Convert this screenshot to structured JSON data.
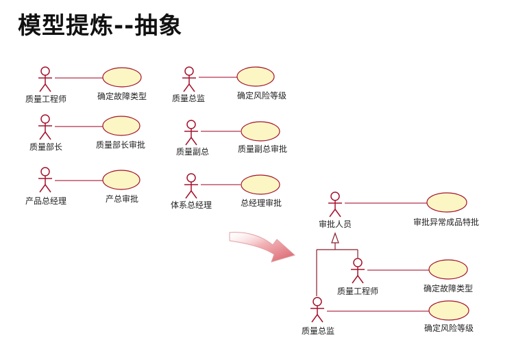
{
  "title": "模型提炼--抽象",
  "colors": {
    "stroke": "#a4102a",
    "usecase_fill": "#fcf6c5",
    "arrow": "#e0898f"
  },
  "left_panel": {
    "col1": [
      {
        "actor": "质量工程师",
        "usecase": "确定故障类型"
      },
      {
        "actor": "质量部长",
        "usecase": "质量部长审批"
      },
      {
        "actor": "产品总经理",
        "usecase": "产总审批"
      }
    ],
    "col2": [
      {
        "actor": "质量总监",
        "usecase": "确定风险等级"
      },
      {
        "actor": "质量副总",
        "usecase": "质量副总审批"
      },
      {
        "actor": "体系总经理",
        "usecase": "总经理审批"
      }
    ]
  },
  "abstract": {
    "parent_actor": "审批人员",
    "parent_usecase": "审批异常成品特批",
    "child1_actor": "质量工程师",
    "child1_usecase": "确定故障类型",
    "child2_actor": "质量总监",
    "child2_usecase": "确定风险等级"
  }
}
